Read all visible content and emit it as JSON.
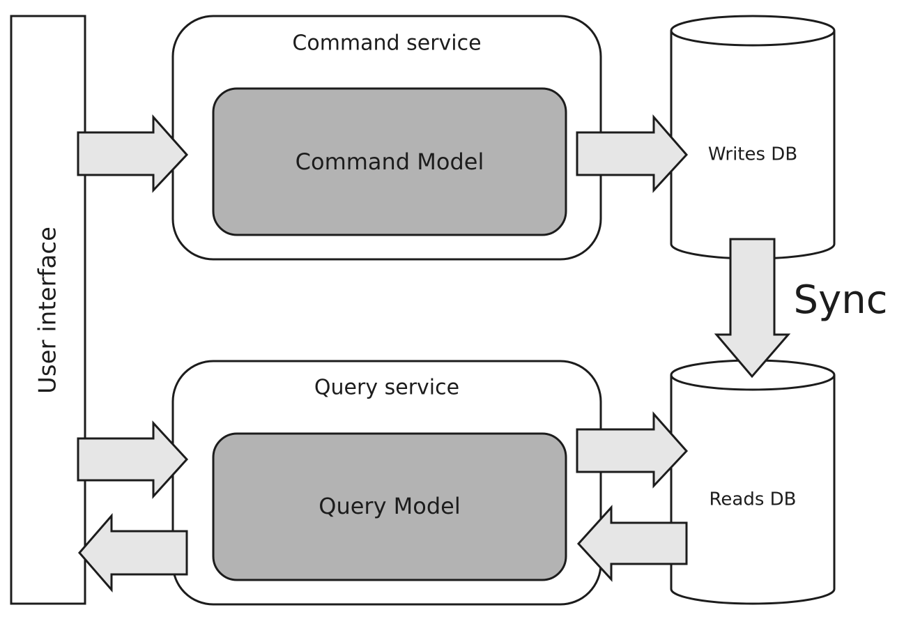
{
  "diagram": {
    "ui": {
      "label": "User interface"
    },
    "command_service": {
      "title": "Command service",
      "model": "Command Model"
    },
    "query_service": {
      "title": "Query service",
      "model": "Query Model"
    },
    "writes_db": {
      "label": "Writes DB"
    },
    "reads_db": {
      "label": "Reads DB"
    },
    "sync": {
      "label": "Sync"
    }
  },
  "colors": {
    "stroke": "#1c1c1c",
    "model_fill": "#b3b3b3",
    "arrow_fill": "#e6e6e6",
    "background": "#ffffff"
  }
}
